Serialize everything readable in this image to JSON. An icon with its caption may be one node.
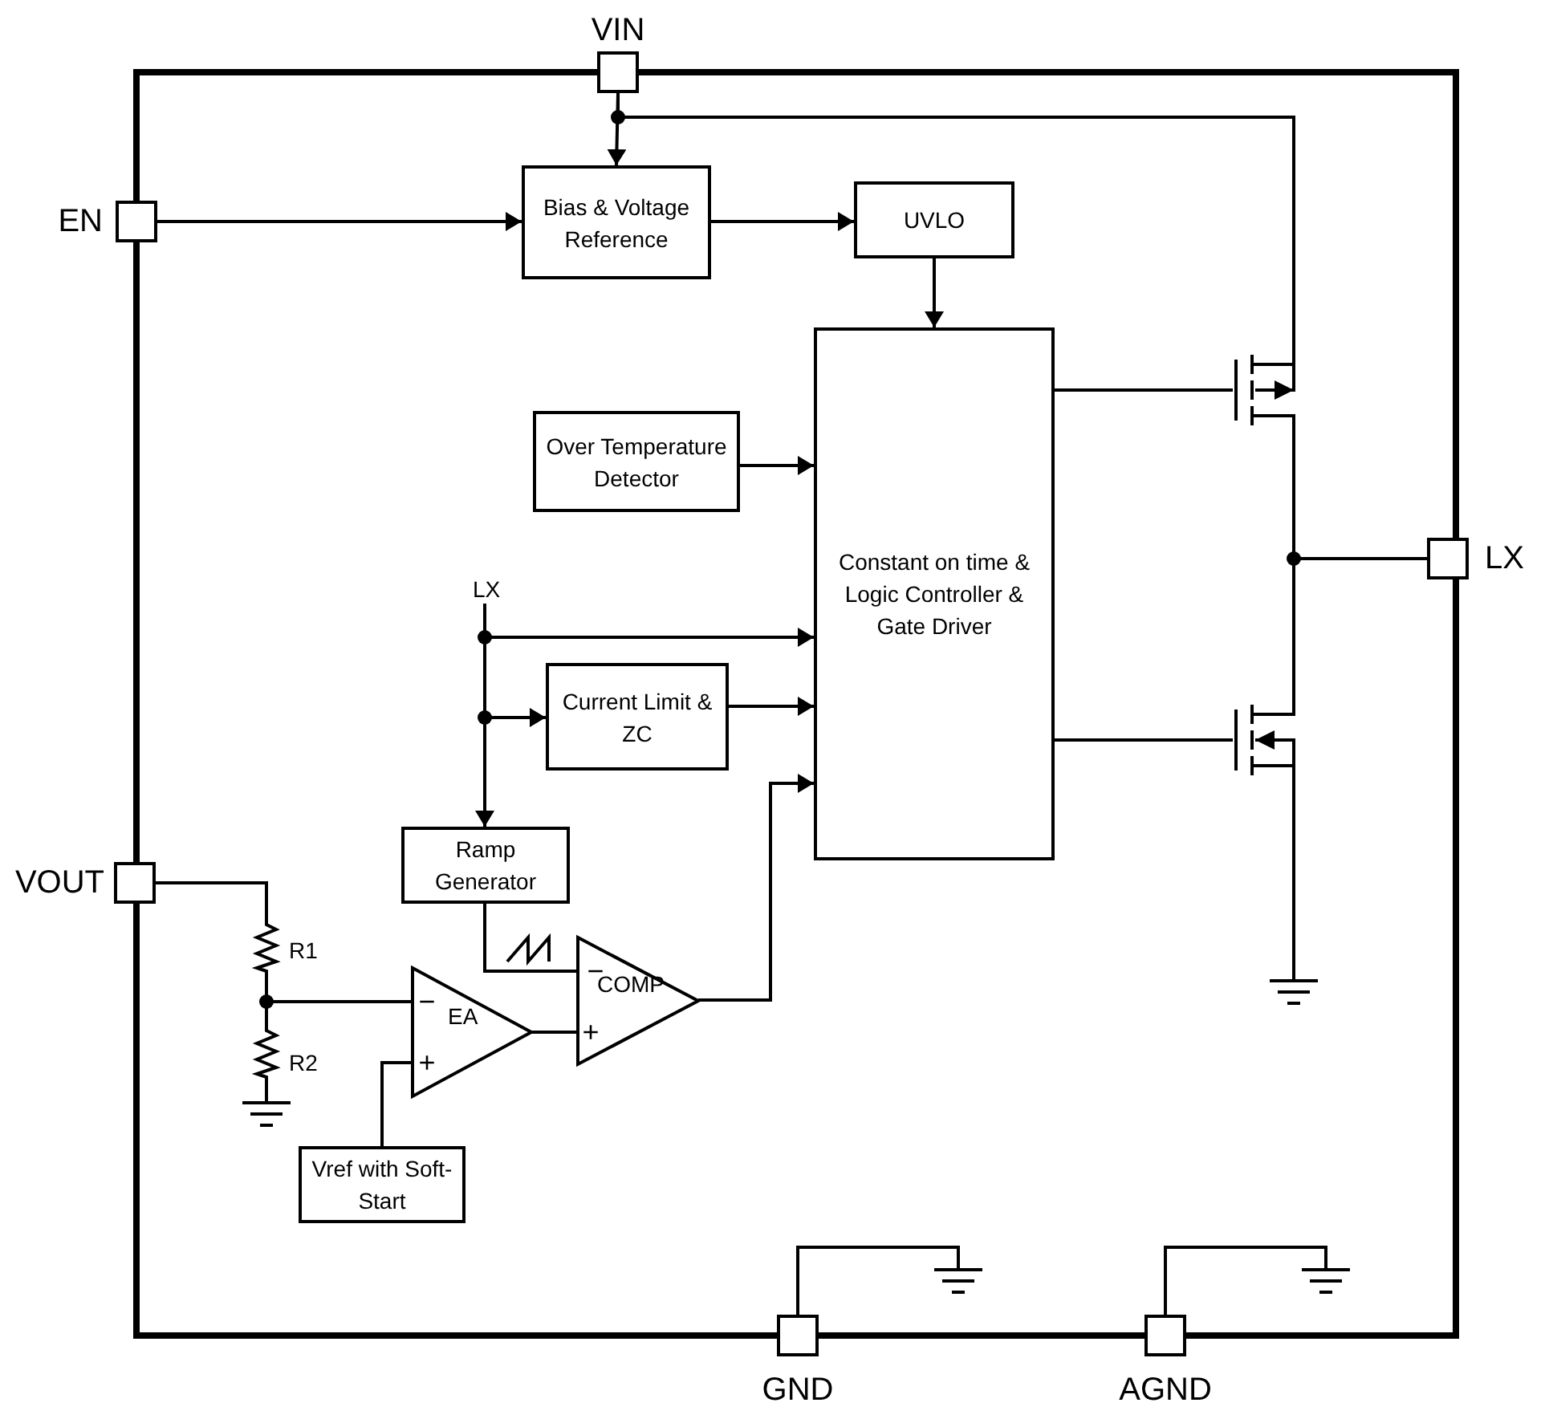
{
  "diagram": {
    "nodes": [
      {
        "text": [],
        "shape": "box",
        "beside": [
          "VIN"
        ]
      },
      {
        "text": [],
        "shape": "box",
        "beside": [
          "EN"
        ]
      },
      {
        "text": [
          "Bias & Voltage Reference"
        ]
      },
      {
        "text": [
          "UVLO"
        ]
      },
      {
        "text": [
          "Over Temperature Detector"
        ]
      },
      {
        "text": [
          "Constant on time & Logic Controller & Gate Driver"
        ]
      },
      {
        "text": [],
        "shape": "transistor"
      },
      {
        "text": [],
        "shape": "transistor"
      },
      {
        "text": [],
        "shape": "box",
        "beside": [
          "LX"
        ]
      },
      {
        "text": [
          "LX"
        ]
      },
      {
        "text": [
          "Current Limit & ZC"
        ]
      },
      {
        "text": [
          "Ramp Generator"
        ]
      },
      {
        "text": [],
        "shape": "box",
        "beside": [
          "VOUT"
        ]
      },
      {
        "text": [],
        "shape": "resistor",
        "beside": [
          "R1"
        ]
      },
      {
        "text": [],
        "shape": "resistor",
        "beside": [
          "R2"
        ]
      },
      {
        "text": [
          "EA"
        ]
      },
      {
        "text": [
          "COMP"
        ]
      },
      {
        "text": [
          "Vref with Soft-Start"
        ]
      },
      {
        "text": [],
        "shape": "box",
        "beside": [
          "GND"
        ]
      },
      {
        "text": [],
        "shape": "box",
        "beside": [
          "AGND"
        ]
      },
      {
        "text": [],
        "shape": "ground"
      },
      {
        "text": [],
        "shape": "ground"
      },
      {
        "text": [],
        "shape": "ground"
      },
      {
        "text": [],
        "shape": "ground"
      }
    ],
    "edges": [
      {
        "from": 0,
        "to": 2,
        "arrow": "to"
      },
      {
        "from": 0,
        "to": 6,
        "arrow": "none"
      },
      {
        "from": 1,
        "to": 2,
        "arrow": "to"
      },
      {
        "from": 2,
        "to": 3,
        "arrow": "to"
      },
      {
        "from": 3,
        "to": 5,
        "arrow": "to"
      },
      {
        "from": 4,
        "to": 5,
        "arrow": "to"
      },
      {
        "from": 5,
        "to": 6,
        "arrow": "none"
      },
      {
        "from": 5,
        "to": 7,
        "arrow": "none"
      },
      {
        "from": 6,
        "to": 8,
        "arrow": "none"
      },
      {
        "from": 7,
        "to": 8,
        "arrow": "none"
      },
      {
        "from": 7,
        "to": 20,
        "arrow": "none"
      },
      {
        "from": 9,
        "to": 5,
        "arrow": "to"
      },
      {
        "from": 9,
        "to": 10,
        "arrow": "to"
      },
      {
        "from": 9,
        "to": 11,
        "arrow": "to"
      },
      {
        "from": 10,
        "to": 5,
        "arrow": "to"
      },
      {
        "from": 16,
        "to": 5,
        "arrow": "to"
      },
      {
        "from": 11,
        "to": 16,
        "arrow": "none"
      },
      {
        "from": 12,
        "to": 13,
        "arrow": "none"
      },
      {
        "from": 13,
        "to": 15,
        "arrow": "none"
      },
      {
        "from": 13,
        "to": 14,
        "arrow": "none"
      },
      {
        "from": 14,
        "to": 21,
        "arrow": "none"
      },
      {
        "from": 15,
        "to": 16,
        "arrow": "none"
      },
      {
        "from": 17,
        "to": 15,
        "arrow": "none"
      },
      {
        "from": 18,
        "to": 22,
        "arrow": "none"
      },
      {
        "from": 19,
        "to": 23,
        "arrow": "none"
      }
    ],
    "labels": [
      "−",
      "−",
      "+",
      "+"
    ]
  }
}
